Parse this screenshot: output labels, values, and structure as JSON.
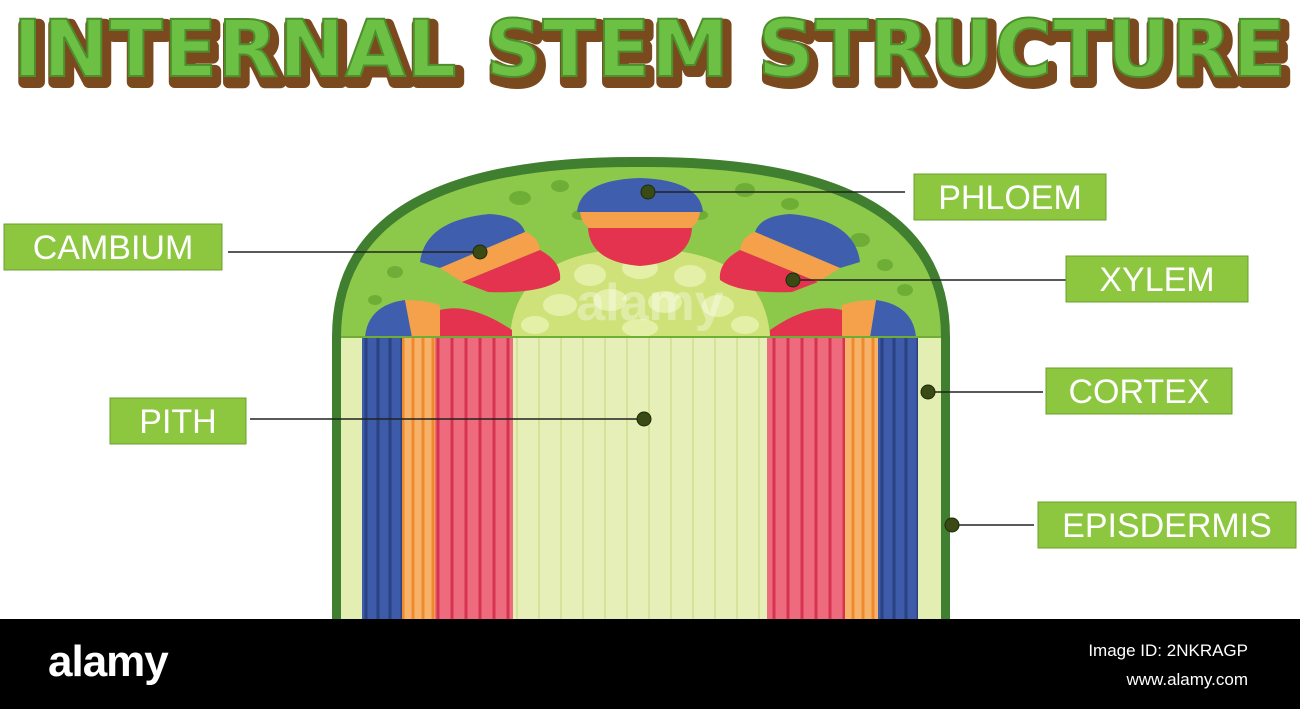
{
  "title": "INTERNAL STEM STRUCTURE",
  "labels": {
    "phloem": "PHLOEM",
    "cambium": "CAMBIUM",
    "xylem": "XYLEM",
    "pith": "PITH",
    "cortex": "CORTEX",
    "epidermis": "EPISDERMIS"
  },
  "watermark": "alamy",
  "footer": {
    "logo": "alamy",
    "image_id": "Image ID: 2NKRAGP",
    "site": "www.alamy.com"
  },
  "colors": {
    "title_fill": "#6cc043",
    "title_outline": "#7a4a1e",
    "label_bg": "#8dc63f",
    "epidermis": "#3f7f2f",
    "cortex": "#7fbf3f",
    "pith": "#e3eeb2",
    "phloem": "#3c5aa6",
    "cambium": "#f5a04a",
    "xylem": "#e8566e",
    "footer_bg": "#000000"
  }
}
